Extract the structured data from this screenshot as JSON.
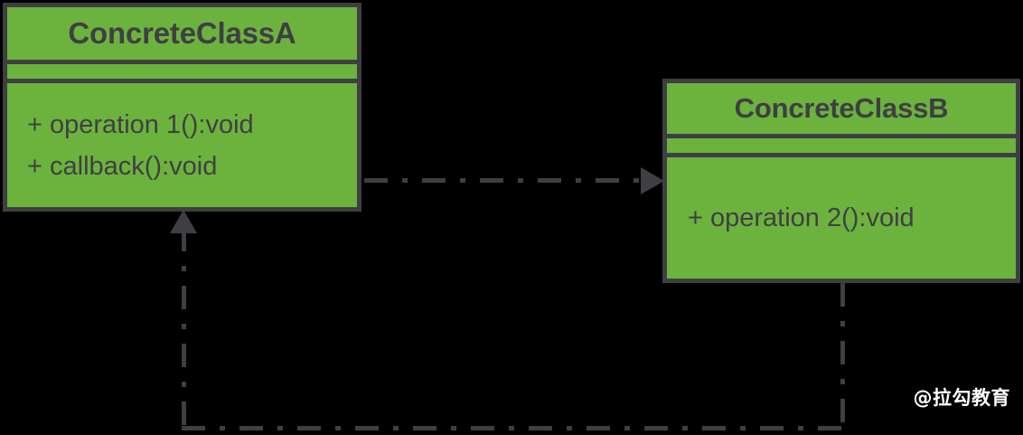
{
  "diagram": {
    "type": "uml-class-diagram",
    "background_color": "#000000",
    "class_fill_color": "#6CB33E",
    "line_color": "#3F3F43",
    "text_color": "#3F3F43",
    "classes": [
      {
        "id": "ConcreteClassA",
        "name": "ConcreteClassA",
        "attributes": [],
        "operations": [
          "+ operation 1():void",
          "+ callback():void"
        ]
      },
      {
        "id": "ConcreteClassB",
        "name": "ConcreteClassB",
        "attributes": [],
        "operations": [
          "+ operation 2():void"
        ]
      }
    ],
    "relationships": [
      {
        "id": "dependency-a-to-b",
        "kind": "dependency",
        "line_style": "dash-dot",
        "arrow_head": "filled-triangle",
        "from": "ConcreteClassA",
        "to": "ConcreteClassB",
        "direction": "right"
      },
      {
        "id": "callback-b-to-a",
        "kind": "dependency",
        "line_style": "dash-dot",
        "arrow_head": "filled-triangle",
        "from": "ConcreteClassB",
        "to": "ConcreteClassA",
        "direction": "up"
      }
    ]
  },
  "watermark": {
    "text": "@拉勾教育",
    "color": "#FFFFFF"
  }
}
